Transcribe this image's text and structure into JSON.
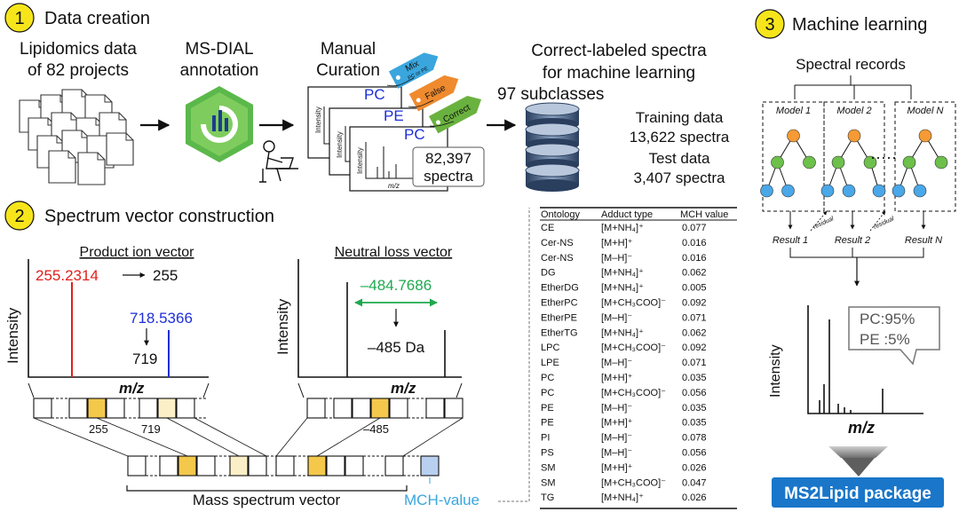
{
  "sections": [
    {
      "num": "1",
      "title": "Data creation"
    },
    {
      "num": "2",
      "title": "Spectrum vector construction"
    },
    {
      "num": "3",
      "title": "Machine learning"
    }
  ],
  "creation": {
    "lipidomics": [
      "Lipidomics data",
      "of 82 projects"
    ],
    "msdial": [
      "MS-DIAL",
      "annotation"
    ],
    "curation": [
      "Manual",
      "Curation"
    ],
    "card_labels": [
      "PC",
      "PE",
      "PC"
    ],
    "intensity": "Intensity",
    "mz": "m/z",
    "tags": [
      {
        "text": "Mix",
        "sub": "PC or PE",
        "color": "#3aa6dd"
      },
      {
        "text": "False",
        "sub": "",
        "color": "#ef8a2e"
      },
      {
        "text": "Correct",
        "sub": "",
        "color": "#6ab23f"
      }
    ],
    "spectra_count": [
      "82,397",
      "spectra"
    ],
    "correct_title": [
      "Correct-labeled spectra",
      "for machine learning"
    ],
    "subclasses": "97 subclasses",
    "training": [
      "Training data",
      "13,622 spectra"
    ],
    "test": [
      "Test data",
      "3,407 spectra"
    ]
  },
  "vector": {
    "product_title": "Product ion vector",
    "product_peak1": "255.2314",
    "product_peak1_round": "255",
    "product_peak2": "718.5366",
    "product_peak2_round": "719",
    "neutral_title": "Neutral loss vector",
    "neutral_value": "–484.7686",
    "neutral_round": "–485 Da",
    "intensity": "Intensity",
    "mz": "m/z",
    "bin_labels": [
      "255",
      "719",
      "–485"
    ],
    "mass_vector": "Mass spectrum vector",
    "mch": "MCH-value"
  },
  "table": {
    "headers": [
      "Ontology",
      "Adduct type",
      "MCH value"
    ],
    "rows": [
      [
        "CE",
        "[M+NH₄]⁺",
        "0.077"
      ],
      [
        "Cer-NS",
        "[M+H]⁺",
        "0.016"
      ],
      [
        "Cer-NS",
        "[M–H]⁻",
        "0.016"
      ],
      [
        "DG",
        "[M+NH₄]⁺",
        "0.062"
      ],
      [
        "EtherDG",
        "[M+NH₄]⁺",
        "0.005"
      ],
      [
        "EtherPC",
        "[M+CH₃COO]⁻",
        "0.092"
      ],
      [
        "EtherPE",
        "[M–H]⁻",
        "0.071"
      ],
      [
        "EtherTG",
        "[M+NH₄]⁺",
        "0.062"
      ],
      [
        "LPC",
        "[M+CH₃COO]⁻",
        "0.092"
      ],
      [
        "LPE",
        "[M–H]⁻",
        "0.071"
      ],
      [
        "PC",
        "[M+H]⁺",
        "0.035"
      ],
      [
        "PC",
        "[M+CH₃COO]⁻",
        "0.056"
      ],
      [
        "PE",
        "[M–H]⁻",
        "0.035"
      ],
      [
        "PE",
        "[M+H]⁺",
        "0.035"
      ],
      [
        "PI",
        "[M–H]⁻",
        "0.078"
      ],
      [
        "PS",
        "[M–H]⁻",
        "0.056"
      ],
      [
        "SM",
        "[M+H]⁺",
        "0.026"
      ],
      [
        "SM",
        "[M+CH₃COO]⁻",
        "0.047"
      ],
      [
        "TG",
        "[M+NH₄]⁺",
        "0.026"
      ]
    ]
  },
  "ml": {
    "records": "Spectral records",
    "models": [
      "Model 1",
      "Model 2",
      "Model N"
    ],
    "results": [
      "Result 1",
      "Result 2",
      "Result N"
    ],
    "residual": "residual",
    "bubble": [
      "PC:95%",
      "PE :5%"
    ],
    "intensity": "Intensity",
    "mz": "m/z",
    "package": "MS2Lipid package"
  },
  "colors": {
    "red": "#e0201b",
    "blue": "#1d2ed8",
    "green": "#1fa84f",
    "mch": "#3aa6dd",
    "yellow_circle": "#f7e51c",
    "node_orange": "#f59a34",
    "node_green": "#6dc04b",
    "node_blue": "#4aa7e8",
    "bin_dark": "#f3c84b",
    "bin_light": "#fbefc7",
    "bin_blue": "#b8cff0",
    "package_bg": "#1976c9"
  }
}
